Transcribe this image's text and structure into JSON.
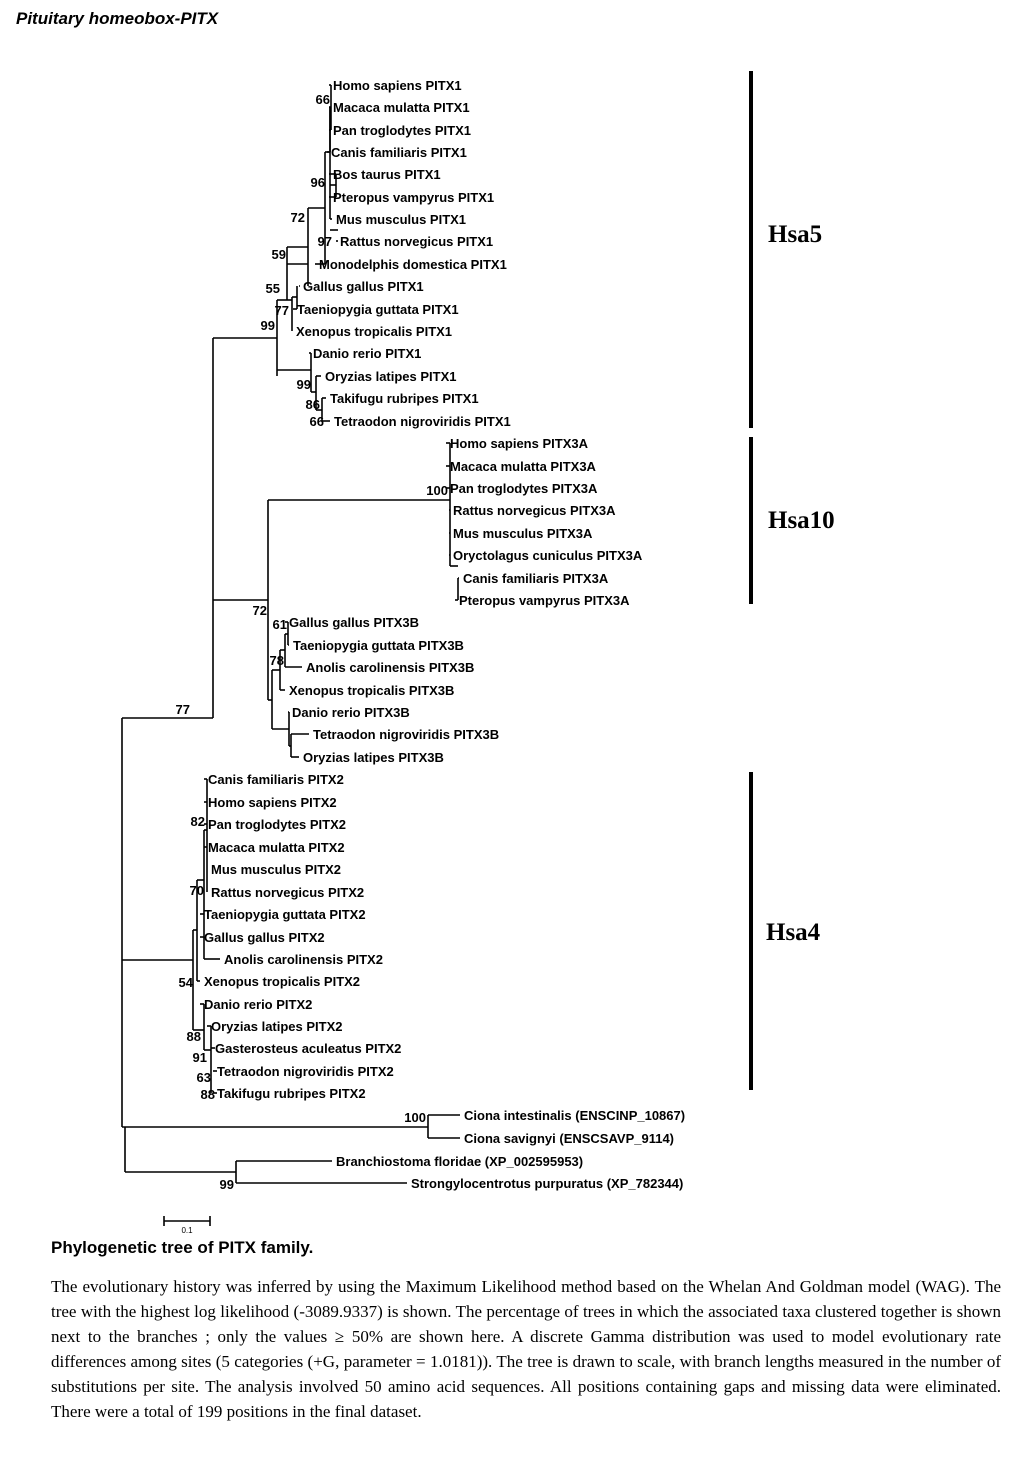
{
  "header": "Pituitary homeobox-PITX",
  "caption": {
    "title": "Phylogenetic tree of PITX family.",
    "body": "The evolutionary history was inferred by using the Maximum Likelihood method based on the Whelan And Goldman model (WAG). The tree with the highest log likelihood (-3089.9337) is shown. The percentage of trees in which the associated taxa clustered together is shown next to the branches ; only the values ≥ 50% are shown here. A discrete Gamma distribution was used to model evolutionary rate differences among sites (5 categories (+G, parameter = 1.0181)). The tree is drawn to scale, with branch lengths measured in the number of substitutions per site. The analysis involved 50 amino acid sequences. All positions containing gaps and missing data were eliminated. There were a total of 199 positions in the final dataset."
  },
  "scale_bar_label": "0.1",
  "chromosome_groups": [
    "Hsa5",
    "Hsa10",
    "Hsa4"
  ],
  "taxa": [
    "Homo sapiens PITX1",
    "Macaca mulatta PITX1",
    "Pan troglodytes PITX1",
    "Canis familiaris PITX1",
    "Bos taurus PITX1",
    "Pteropus vampyrus PITX1",
    "Mus musculus PITX1",
    "Rattus norvegicus PITX1",
    "Monodelphis domestica PITX1",
    "Gallus gallus PITX1",
    "Taeniopygia guttata PITX1",
    "Xenopus tropicalis PITX1",
    "Danio rerio PITX1",
    "Oryzias latipes PITX1",
    "Takifugu rubripes PITX1",
    "Tetraodon nigroviridis PITX1",
    "Homo sapiens PITX3A",
    "Macaca mulatta PITX3A",
    "Pan troglodytes PITX3A",
    "Rattus norvegicus PITX3A",
    "Mus musculus PITX3A",
    "Oryctolagus cuniculus PITX3A",
    "Canis familiaris PITX3A",
    "Pteropus vampyrus PITX3A",
    "Gallus gallus PITX3B",
    "Taeniopygia guttata PITX3B",
    "Anolis carolinensis PITX3B",
    "Xenopus tropicalis PITX3B",
    "Danio rerio PITX3B",
    "Tetraodon nigroviridis PITX3B",
    "Oryzias latipes PITX3B",
    "Canis familiaris PITX2",
    "Homo sapiens PITX2",
    "Pan troglodytes PITX2",
    "Macaca mulatta PITX2",
    "Mus musculus PITX2",
    "Rattus norvegicus PITX2",
    "Taeniopygia guttata PITX2",
    "Gallus gallus PITX2",
    "Anolis carolinensis PITX2",
    "Xenopus tropicalis PITX2",
    "Danio rerio PITX2",
    "Oryzias latipes PITX2",
    "Gasterosteus aculeatus PITX2",
    "Tetraodon nigroviridis PITX2",
    "Takifugu rubripes PITX2",
    "Ciona intestinalis (ENSCINP_10867)",
    "Ciona savignyi (ENSCSAVP_9114)",
    "Branchiostoma floridae (XP_002595953)",
    "Strongylocentrotus purpuratus (XP_782344)"
  ],
  "bootstrap": [
    "66",
    "96",
    "72",
    "97",
    "59",
    "55",
    "77",
    "99",
    "99",
    "86",
    "66",
    "100",
    "72",
    "61",
    "78",
    "77",
    "82",
    "70",
    "54",
    "88",
    "91",
    "63",
    "88",
    "100",
    "99"
  ]
}
